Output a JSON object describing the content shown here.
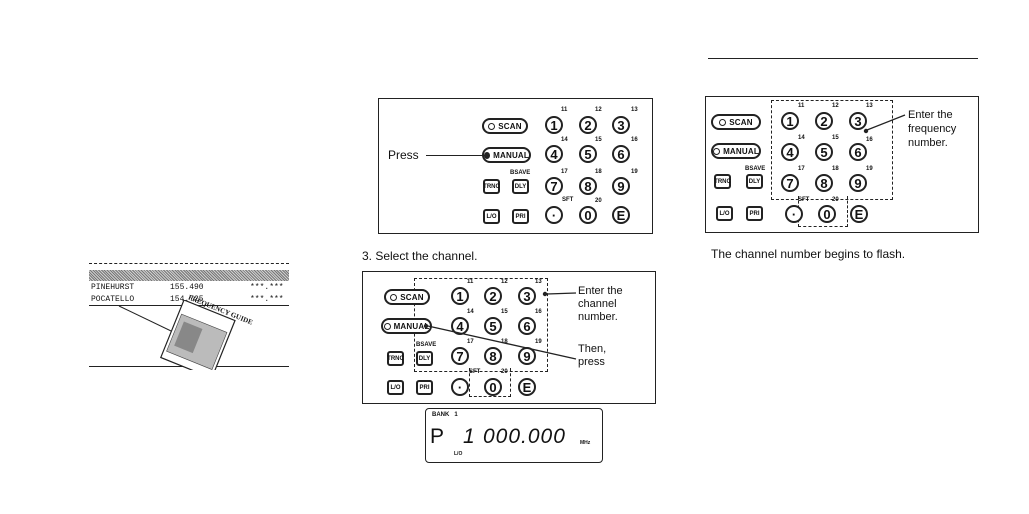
{
  "list": {
    "rows": [
      {
        "name": "PINEHURST",
        "freq": "155.490",
        "code": "***.***"
      },
      {
        "name": "POCATELLO",
        "freq": "154.725",
        "code": "***.***"
      }
    ],
    "book_title": "FREQUENCY GUIDE"
  },
  "keypad": {
    "scan": "SCAN",
    "manual": "MANUAL",
    "trnc": "TRNC",
    "dly": "DLY",
    "lo": "L/O",
    "pri": "PRI",
    "bsave": "BSAVE",
    "sft": "SFT",
    "keys": [
      "1",
      "2",
      "3",
      "4",
      "5",
      "6",
      "7",
      "8",
      "9",
      "0",
      "E",
      "·"
    ],
    "sups": [
      "11",
      "12",
      "13",
      "14",
      "15",
      "16",
      "17",
      "18",
      "19",
      "20"
    ]
  },
  "panel1": {
    "press": "Press"
  },
  "step3": {
    "text": "3.  Select the channel."
  },
  "panel2": {
    "enter1": "Enter the",
    "enter2": "channel",
    "enter3": "number.",
    "then1": "Then,",
    "then2": "press"
  },
  "display": {
    "bank": "BANK   1",
    "p": "P",
    "ch": "1",
    "freq": "000.000",
    "mhz": "MHz",
    "lo": "L/O"
  },
  "panel3": {
    "enter1": "Enter the",
    "enter2": "frequency",
    "enter3": "number."
  },
  "caption": "The channel number begins to flash."
}
